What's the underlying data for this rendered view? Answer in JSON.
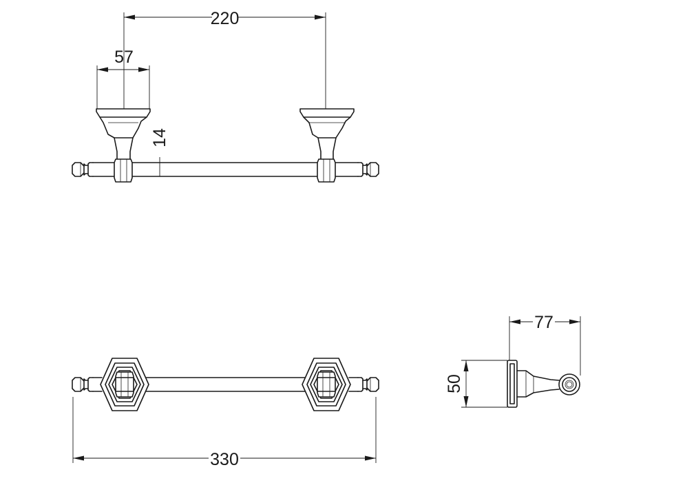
{
  "dimensions": {
    "bracket_spacing": "220",
    "flange_width": "57",
    "bar_height": "14",
    "overall_length": "330",
    "side_height": "50",
    "side_projection": "77"
  }
}
